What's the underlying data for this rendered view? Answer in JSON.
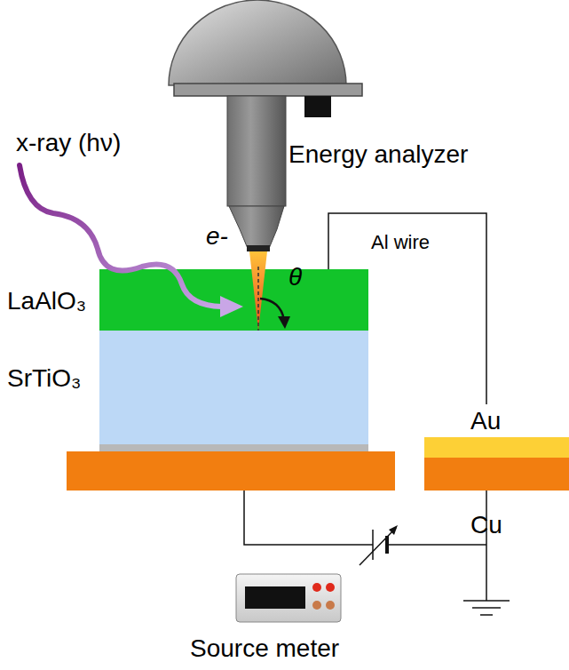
{
  "diagram": {
    "nodes": [
      {
        "text": [
          "LaAlO₃"
        ]
      },
      {
        "text": [
          "SrTiO₃"
        ]
      },
      {
        "text": [
          "Au"
        ]
      },
      {
        "text": [
          "Cu"
        ]
      }
    ],
    "labels": [
      "x-ray (hν)",
      "Energy analyzer",
      "e-",
      "θ",
      "Al wire",
      "Source meter"
    ]
  }
}
